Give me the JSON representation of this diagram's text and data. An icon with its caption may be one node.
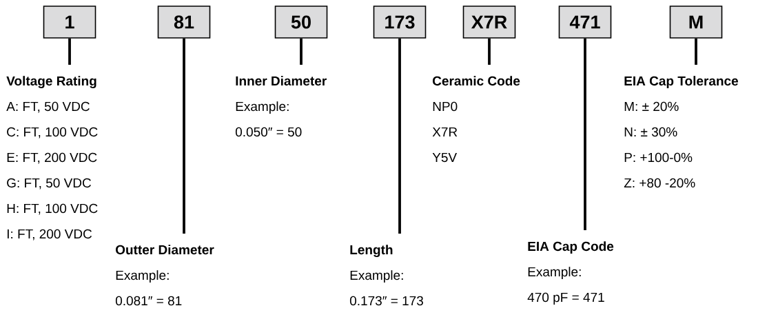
{
  "diagram": {
    "nodes": [
      {
        "text": [
          "1"
        ]
      },
      {
        "text": [
          "81"
        ]
      },
      {
        "text": [
          "50"
        ]
      },
      {
        "text": [
          "173"
        ]
      },
      {
        "text": [
          "X7R"
        ]
      },
      {
        "text": [
          "471"
        ]
      },
      {
        "text": [
          "M"
        ]
      },
      {
        "text": [
          "Voltage Rating",
          "A: FT, 50 VDC",
          "C: FT, 100 VDC",
          "E: FT, 200 VDC",
          "G: FT, 50 VDC",
          "H: FT, 100 VDC",
          "I: FT, 200 VDC"
        ]
      },
      {
        "text": [
          "Outter Diameter",
          "Example:",
          "0.081″ = 81"
        ]
      },
      {
        "text": [
          "Inner Diameter",
          "Example:",
          "0.050″ = 50"
        ]
      },
      {
        "text": [
          "Length",
          "Example:",
          "0.173″ = 173"
        ]
      },
      {
        "text": [
          "Ceramic Code",
          "NP0",
          "X7R",
          "Y5V"
        ]
      },
      {
        "text": [
          "EIA Cap Code",
          "Example:",
          "470 pF = 471"
        ]
      },
      {
        "text": [
          "EIA Cap Tolerance",
          "M: ± 20%",
          "N: ± 30%",
          "P: +100-0%",
          "Z: +80 -20%"
        ]
      }
    ],
    "edges": [
      {
        "from": 0,
        "to": 7,
        "arrow": "none"
      },
      {
        "from": 1,
        "to": 8,
        "arrow": "none"
      },
      {
        "from": 2,
        "to": 9,
        "arrow": "none"
      },
      {
        "from": 3,
        "to": 10,
        "arrow": "none"
      },
      {
        "from": 4,
        "to": 11,
        "arrow": "none"
      },
      {
        "from": 5,
        "to": 12,
        "arrow": "none"
      },
      {
        "from": 6,
        "to": 13,
        "arrow": "none"
      }
    ]
  }
}
